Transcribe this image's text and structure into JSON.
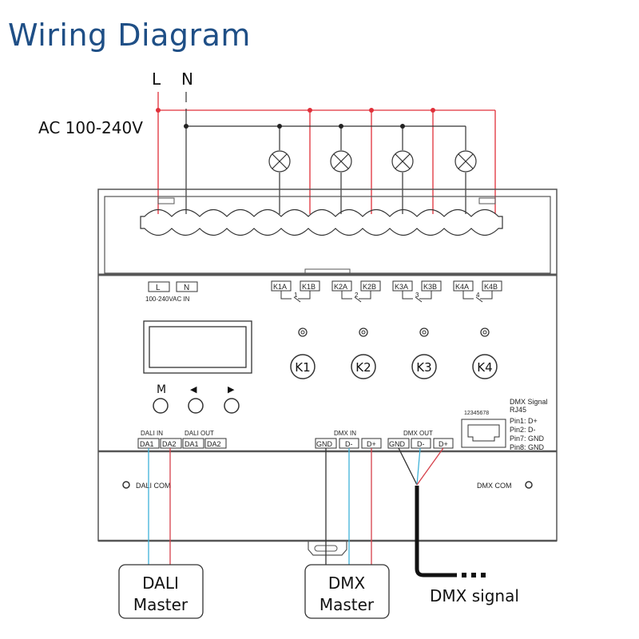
{
  "title": "Wiring Diagram",
  "supply": {
    "L": "L",
    "N": "N",
    "voltage": "AC 100-240V"
  },
  "colors": {
    "title": "#1f4f86",
    "live": "#e0303a",
    "neutral": "#333333",
    "data_minus": "#3fb2d8",
    "data_plus": "#d6404a"
  },
  "power_input": {
    "L": "L",
    "N": "N",
    "label": "100-240VAC  IN"
  },
  "relays": [
    {
      "a": "K1A",
      "b": "K1B",
      "num": "1",
      "button": "K1"
    },
    {
      "a": "K2A",
      "b": "K2B",
      "num": "2",
      "button": "K2"
    },
    {
      "a": "K3A",
      "b": "K3B",
      "num": "3",
      "button": "K3"
    },
    {
      "a": "K4A",
      "b": "K4B",
      "num": "4",
      "button": "K4"
    }
  ],
  "nav_buttons": {
    "m": "M",
    "left": "◀",
    "right": "▶"
  },
  "dali": {
    "in_label": "DALI IN",
    "out_label": "DALI OUT",
    "terminals": [
      "DA1",
      "DA2",
      "DA1",
      "DA2"
    ],
    "com": "DALI COM"
  },
  "dmx": {
    "in_label": "DMX IN",
    "out_label": "DMX OUT",
    "in_terminals": [
      "GND",
      "D-",
      "D+"
    ],
    "out_terminals": [
      "GND",
      "D-",
      "D+"
    ],
    "com": "DMX COM"
  },
  "rj45": {
    "pins": "12345678",
    "title": "DMX Signal",
    "subtitle": "RJ45",
    "pinout": [
      "Pin1: D+",
      "Pin2: D-",
      "Pin7: GND",
      "Pin8: GND"
    ]
  },
  "masters": {
    "dali": [
      "DALI",
      "Master"
    ],
    "dmx": [
      "DMX",
      "Master"
    ],
    "signal": "DMX signal"
  }
}
